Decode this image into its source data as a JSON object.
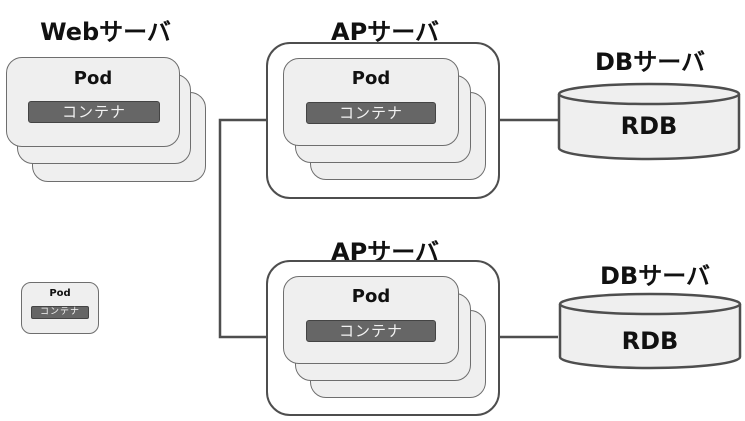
{
  "web_server": {
    "title": "Webサーバ",
    "pod_label": "Pod",
    "container_label": "コンテナ"
  },
  "ap_servers": [
    {
      "title": "APサーバ",
      "pod_label": "Pod",
      "container_label": "コンテナ"
    },
    {
      "title": "APサーバ",
      "pod_label": "Pod",
      "container_label": "コンテナ"
    }
  ],
  "db_servers": [
    {
      "title": "DBサーバ",
      "db_label": "RDB"
    },
    {
      "title": "DBサーバ",
      "db_label": "RDB"
    }
  ],
  "legend": {
    "pod_label": "Pod",
    "container_label": "コンテナ"
  },
  "colors": {
    "pod_fill": "#efefef",
    "container_fill": "#666666",
    "line": "#4e4e4e"
  }
}
